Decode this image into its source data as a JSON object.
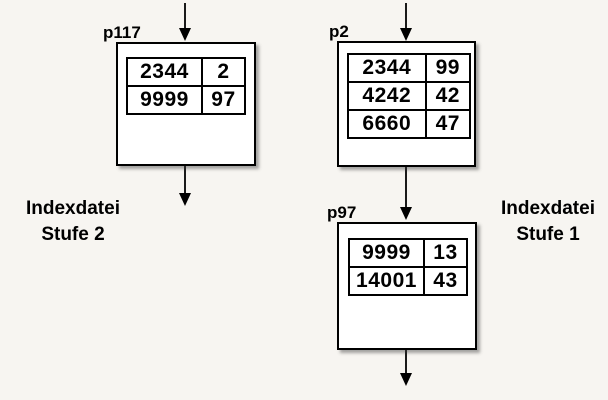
{
  "colors": {
    "background": "#f7f5f1",
    "box_fill": "#ffffff",
    "line": "#000000",
    "text": "#000000"
  },
  "captions": {
    "left": {
      "line1": "Indexdatei",
      "line2": "Stufe 2"
    },
    "right": {
      "line1": "Indexdatei",
      "line2": "Stufe 1"
    }
  },
  "nodes": [
    {
      "label": "p117",
      "rows": [
        [
          "2344",
          "2"
        ],
        [
          "9999",
          "97"
        ]
      ]
    },
    {
      "label": "p2",
      "rows": [
        [
          "2344",
          "99"
        ],
        [
          "4242",
          "42"
        ],
        [
          "6660",
          "47"
        ]
      ]
    },
    {
      "label": "p97",
      "rows": [
        [
          "9999",
          "13"
        ],
        [
          "14001",
          "43"
        ]
      ]
    }
  ]
}
